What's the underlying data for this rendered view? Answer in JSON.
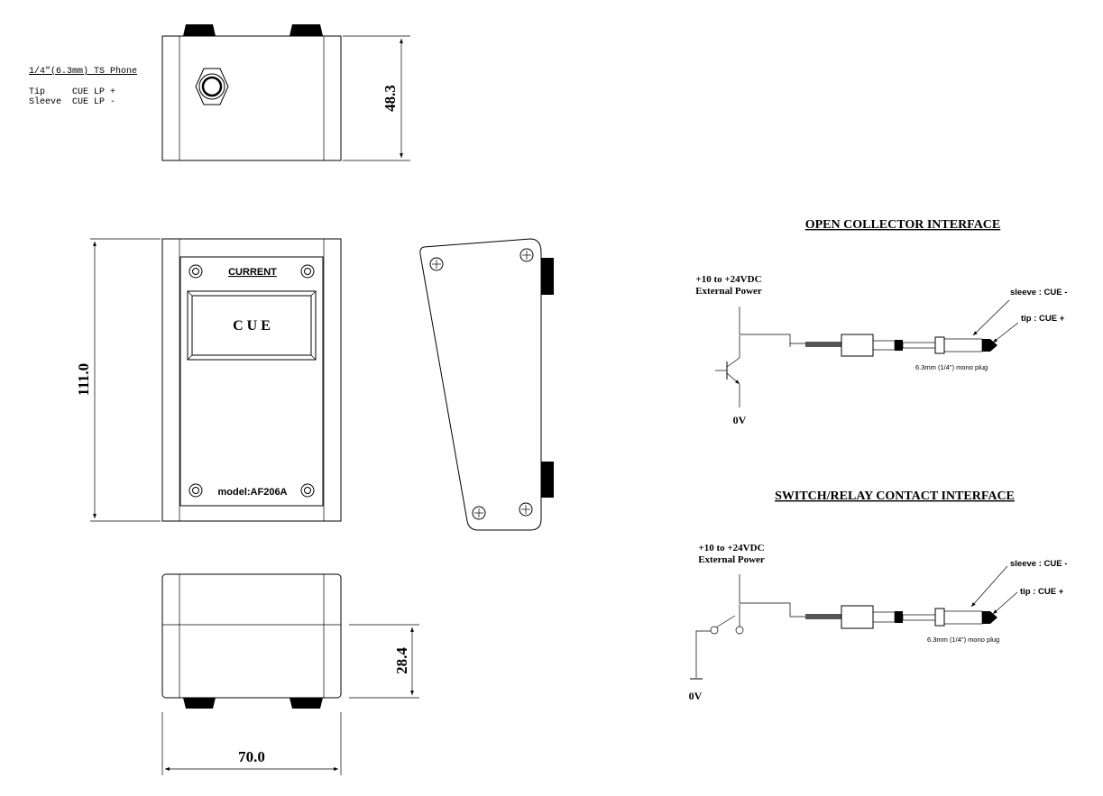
{
  "connector_note": {
    "title": "1/4\"(6.3mm) TS Phone",
    "rows": [
      {
        "pin": "Tip",
        "signal": "CUE LP +"
      },
      {
        "pin": "Sleeve",
        "signal": "CUE LP -"
      }
    ]
  },
  "dimensions": {
    "top_height": "48.3",
    "front_height": "111.0",
    "bottom_height": "28.4",
    "width": "70.0"
  },
  "front_panel": {
    "brand": "CURRENT",
    "lamp_text": "C U E",
    "model": "model:AF206A"
  },
  "open_collector": {
    "title": "OPEN COLLECTOR INTERFACE",
    "power_line1": "+10 to +24VDC",
    "power_line2": "External Power",
    "ground": "0V",
    "sleeve_label": "sleeve : CUE -",
    "tip_label": "tip : CUE +",
    "plug_label": "6.3mm (1/4\") mono plug"
  },
  "switch_relay": {
    "title": "SWITCH/RELAY CONTACT INTERFACE",
    "power_line1": "+10 to +24VDC",
    "power_line2": "External Power",
    "ground": "0V",
    "sleeve_label": "sleeve : CUE -",
    "tip_label": "tip : CUE +",
    "plug_label": "6.3mm (1/4\") mono plug"
  }
}
